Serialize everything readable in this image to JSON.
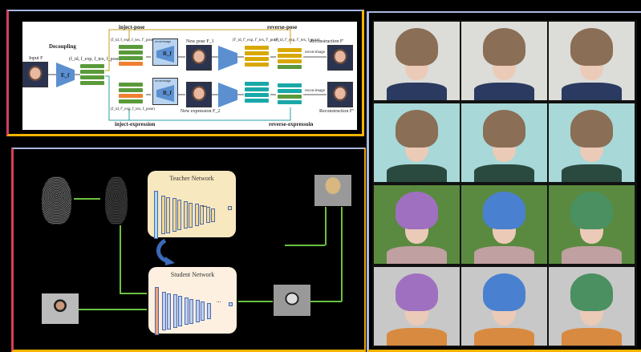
{
  "decoupling_diagram": {
    "decoupling": "Decoupling",
    "input": "Input F",
    "encoder": "E_f",
    "features": "(f_id, f_exp, f_tex, f_pose)",
    "inject_pose": "inject-pose",
    "reverse_pose": "reverse-pose",
    "inject_expression": "inject-expression",
    "reverse_expression": "reverse-expressoin",
    "recon_image": "recon-image",
    "renderer": "R_f",
    "new_pose": "New pose F_1",
    "new_expression": "New expression F_2",
    "features_pose_swapped": "(f_id, f_exp, f_tex, f'_pose)",
    "features_exp_swapped": "(f_id, f'_exp, f_tex, f_pose)",
    "features_re_encoded": "(f'_id, f'_exp, f'_tex, f'_pose)",
    "features_restored": "(f'_id, f'_exp, f'_tex, f_pose)",
    "reconstruction_1": "Reconstruction F'",
    "reconstruction_2": "Reconstruction F''"
  },
  "distillation_diagram": {
    "teacher": "Teacher Network",
    "student": "Student Network",
    "ellipsis": "...",
    "ellipsis_student": "..."
  },
  "colors": {
    "green_bar": "#5a9a3a",
    "orange_bar": "#f08030",
    "yellow_bar": "#d8a800",
    "teal_bar": "#1aa8a8",
    "arrow_green": "#6cc040",
    "teacher_bg": "#f8e8c0",
    "student_bg": "#fdf0e0"
  },
  "gallery": {
    "rows": [
      {
        "hair": [
          "#8a6e55",
          "#8a6e55",
          "#8a6e55"
        ],
        "bg": "#dcdcd8",
        "body": "#2a3a60"
      },
      {
        "hair": [
          "#8a6e55",
          "#8a6e55",
          "#8a6e55"
        ],
        "bg": "#a8d8d8",
        "body": "#2a4a40"
      },
      {
        "hair": [
          "#a070c0",
          "#4a80d0",
          "#4a9060"
        ],
        "bg": "#5a8a40",
        "body": "#c0a0a0"
      },
      {
        "hair": [
          "#a070c0",
          "#4a80d0",
          "#4a9060"
        ],
        "bg": "#c8c8c8",
        "body": "#d88a40"
      }
    ]
  }
}
